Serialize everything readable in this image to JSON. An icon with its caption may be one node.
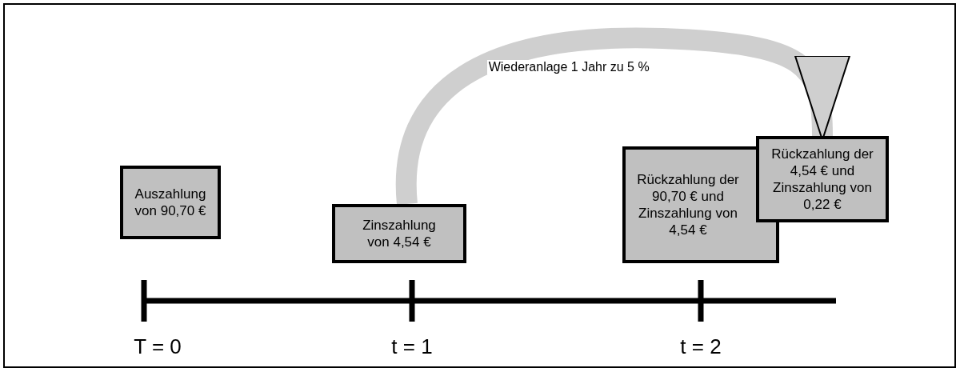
{
  "diagram": {
    "nodes": [
      {
        "text": [
          "Auszahlung von 90,70 €"
        ]
      },
      {
        "text": [
          "Zinszahlung von 4,54 €"
        ]
      },
      {
        "text": [
          "Rückzahlung der 90,70 € und Zinszahlung von 4,54 €"
        ]
      },
      {
        "text": [
          "Rückzahlung der 4,54 € und Zinszahlung von 0,22 €"
        ]
      }
    ],
    "edges": [
      {
        "from": 1,
        "to": 3,
        "arrow": "to",
        "label": "Wiederanlage 1 Jahr zu 5 %"
      }
    ],
    "labels": [
      "T = 0",
      "t = 1",
      "t = 2"
    ]
  }
}
